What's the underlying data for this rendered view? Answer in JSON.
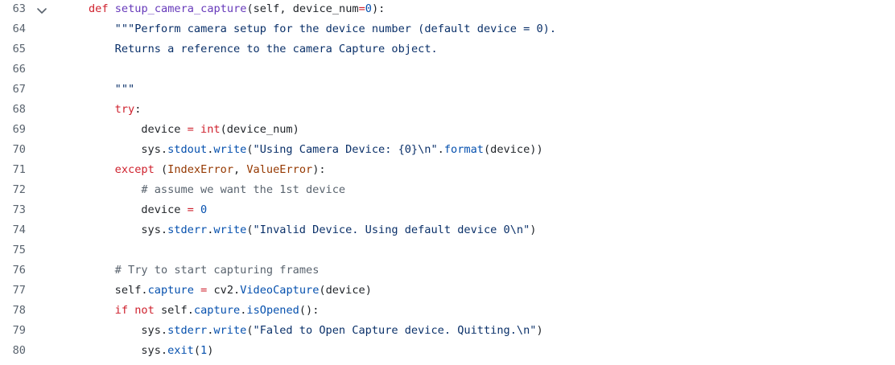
{
  "editor": {
    "fold_icon": "chevron-down-icon",
    "lines": [
      {
        "number": "63",
        "indent": 0,
        "tokens": [
          [
            "kw",
            "def"
          ],
          [
            "p",
            " "
          ],
          [
            "fn",
            "setup_camera_capture"
          ],
          [
            "p",
            "(self, device_num"
          ],
          [
            "kw",
            "="
          ],
          [
            "num",
            "0"
          ],
          [
            "p",
            "):"
          ]
        ]
      },
      {
        "number": "64",
        "indent": 4,
        "tokens": [
          [
            "str",
            "\"\"\"Perform camera setup for the device number (default device = 0)."
          ]
        ]
      },
      {
        "number": "65",
        "indent": 4,
        "tokens": [
          [
            "str",
            "Returns a reference to the camera Capture object."
          ]
        ]
      },
      {
        "number": "66",
        "indent": 0,
        "tokens": []
      },
      {
        "number": "67",
        "indent": 4,
        "tokens": [
          [
            "str",
            "\"\"\""
          ]
        ]
      },
      {
        "number": "68",
        "indent": 4,
        "tokens": [
          [
            "kw",
            "try"
          ],
          [
            "p",
            ":"
          ]
        ]
      },
      {
        "number": "69",
        "indent": 8,
        "tokens": [
          [
            "p",
            "device "
          ],
          [
            "kw",
            "="
          ],
          [
            "p",
            " "
          ],
          [
            "kw",
            "int"
          ],
          [
            "p",
            "(device_num)"
          ]
        ]
      },
      {
        "number": "70",
        "indent": 8,
        "tokens": [
          [
            "p",
            "sys."
          ],
          [
            "attr",
            "stdout"
          ],
          [
            "p",
            "."
          ],
          [
            "attr",
            "write"
          ],
          [
            "p",
            "("
          ],
          [
            "str",
            "\"Using Camera Device: {0}\\n\""
          ],
          [
            "p",
            "."
          ],
          [
            "attr",
            "format"
          ],
          [
            "p",
            "(device))"
          ]
        ]
      },
      {
        "number": "71",
        "indent": 4,
        "tokens": [
          [
            "kw",
            "except"
          ],
          [
            "p",
            " ("
          ],
          [
            "cls",
            "IndexError"
          ],
          [
            "p",
            ", "
          ],
          [
            "cls",
            "ValueError"
          ],
          [
            "p",
            "):"
          ]
        ]
      },
      {
        "number": "72",
        "indent": 8,
        "tokens": [
          [
            "cm",
            "# assume we want the 1st device"
          ]
        ]
      },
      {
        "number": "73",
        "indent": 8,
        "tokens": [
          [
            "p",
            "device "
          ],
          [
            "kw",
            "="
          ],
          [
            "p",
            " "
          ],
          [
            "num",
            "0"
          ]
        ]
      },
      {
        "number": "74",
        "indent": 8,
        "tokens": [
          [
            "p",
            "sys."
          ],
          [
            "attr",
            "stderr"
          ],
          [
            "p",
            "."
          ],
          [
            "attr",
            "write"
          ],
          [
            "p",
            "("
          ],
          [
            "str",
            "\"Invalid Device. Using default device 0\\n\""
          ],
          [
            "p",
            ")"
          ]
        ]
      },
      {
        "number": "75",
        "indent": 0,
        "tokens": []
      },
      {
        "number": "76",
        "indent": 4,
        "tokens": [
          [
            "cm",
            "# Try to start capturing frames"
          ]
        ]
      },
      {
        "number": "77",
        "indent": 4,
        "tokens": [
          [
            "p",
            "self."
          ],
          [
            "attr",
            "capture"
          ],
          [
            "p",
            " "
          ],
          [
            "kw",
            "="
          ],
          [
            "p",
            " cv2."
          ],
          [
            "attr",
            "VideoCapture"
          ],
          [
            "p",
            "(device)"
          ]
        ]
      },
      {
        "number": "78",
        "indent": 4,
        "tokens": [
          [
            "kw",
            "if"
          ],
          [
            "p",
            " "
          ],
          [
            "kw",
            "not"
          ],
          [
            "p",
            " self."
          ],
          [
            "attr",
            "capture"
          ],
          [
            "p",
            "."
          ],
          [
            "attr",
            "isOpened"
          ],
          [
            "p",
            "():"
          ]
        ]
      },
      {
        "number": "79",
        "indent": 8,
        "tokens": [
          [
            "p",
            "sys."
          ],
          [
            "attr",
            "stderr"
          ],
          [
            "p",
            "."
          ],
          [
            "attr",
            "write"
          ],
          [
            "p",
            "("
          ],
          [
            "str",
            "\"Faled to Open Capture device. Quitting.\\n\""
          ],
          [
            "p",
            ")"
          ]
        ]
      },
      {
        "number": "80",
        "indent": 8,
        "tokens": [
          [
            "p",
            "sys."
          ],
          [
            "attr",
            "exit"
          ],
          [
            "p",
            "("
          ],
          [
            "num",
            "1"
          ],
          [
            "p",
            ")"
          ]
        ]
      }
    ]
  }
}
